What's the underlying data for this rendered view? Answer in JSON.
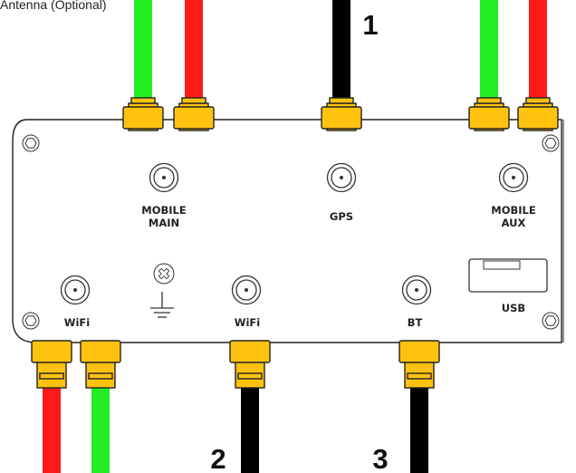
{
  "caption": "Antenna (Optional)",
  "colors": {
    "cable_green": "#22ee22",
    "cable_red": "#ff1a1a",
    "cable_black": "#000000",
    "connector": "#ffc20e",
    "connector_outline": "#222222",
    "panel_outline": "#222222",
    "port_outline": "#333333"
  },
  "port_labels": {
    "mobile_main": [
      "MOBILE",
      "MAIN"
    ],
    "gps": "GPS",
    "mobile_aux": [
      "MOBILE",
      "AUX"
    ],
    "wifi_left": "WiFi",
    "wifi_center": "WiFi",
    "bt": "BT",
    "usb": "USB"
  },
  "callouts": {
    "gps": "1",
    "wifi": "2",
    "bt": "3"
  },
  "icons": [
    "ground-icon",
    "screw-icon",
    "sma-port-icon",
    "usb-port-icon"
  ]
}
